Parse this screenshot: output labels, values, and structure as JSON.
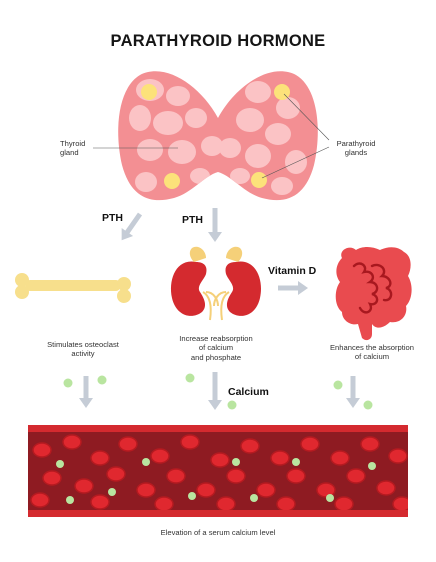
{
  "title": "PARATHYROID HORMONE",
  "labels": {
    "thyroid_gland": "Thyroid\ngland",
    "parathyroid_glands": "Parathyroid\nglands",
    "pth_left": "PTH",
    "pth_center": "PTH",
    "vitamin_d": "Vitamin D",
    "calcium": "Calcium",
    "bone_caption": "Stimulates osteoclast\nactivity",
    "kidney_caption": "Increase reabsorption\nof calcium\nand phosphate",
    "intestine_caption": "Enhances the absorption\nof calcium",
    "blood_caption": "Elevation of a serum calcium level"
  },
  "icons": [
    "thyroid-icon",
    "parathyroid-gland-icon",
    "bone-icon",
    "kidneys-icon",
    "intestine-icon",
    "blood-vessel-icon",
    "arrow-icon"
  ],
  "colors": {
    "thyroid": "#f7a3a6",
    "thyroid_cell": "#fbc3c5",
    "parathyroid": "#fce27a",
    "bone": "#f7df8c",
    "kidney": "#d42a2f",
    "intestine": "#e94b4f",
    "vessel": "#8e1b22",
    "rbc": "#e0282f",
    "calcium_dot": "#b9e5a0",
    "arrow": "#c5ccd6"
  }
}
